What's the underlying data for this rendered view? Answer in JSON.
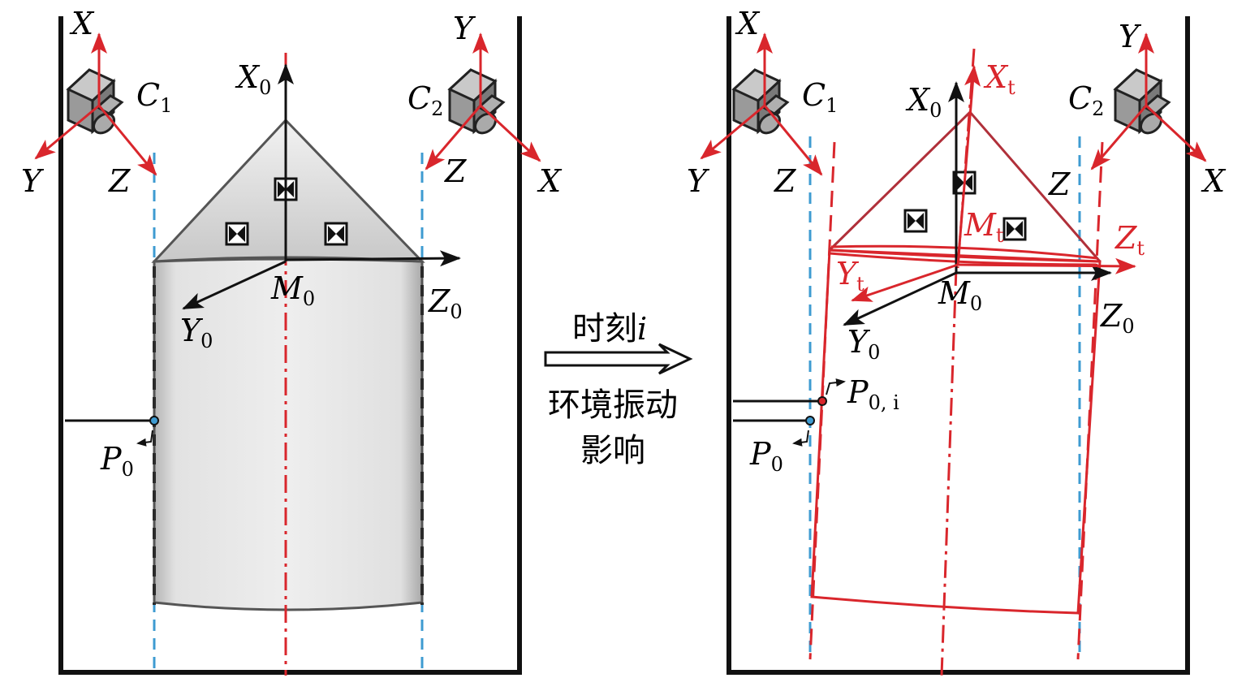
{
  "colors": {
    "red": "#d9262c",
    "blue": "#3e9bd1",
    "black": "#111111",
    "body_fill": "#dcdcdc"
  },
  "left": {
    "cam1": {
      "name": "C",
      "sub": "1",
      "axis_x": "X",
      "axis_y": "Y",
      "axis_z": "Z"
    },
    "cam2": {
      "name": "C",
      "sub": "2",
      "axis_x": "X",
      "axis_y": "Y",
      "axis_z": "Z"
    },
    "origin": {
      "x_axis": "X",
      "x_sub": "0",
      "y_axis": "Y",
      "y_sub": "0",
      "z_axis": "Z",
      "z_sub": "0",
      "m": "M",
      "m_sub": "0"
    },
    "point": {
      "name": "P",
      "sub": "0"
    }
  },
  "middle": {
    "line1": "时刻",
    "line1_var": "i",
    "line2": "环境振动",
    "line3": "影响"
  },
  "right": {
    "cam1": {
      "name": "C",
      "sub": "1",
      "axis_x": "X",
      "axis_y": "Y",
      "axis_z": "Z"
    },
    "cam2": {
      "name": "C",
      "sub": "2",
      "axis_x": "X",
      "axis_y": "Y",
      "axis_z": "Z"
    },
    "origin": {
      "x_axis": "X",
      "x_sub": "0",
      "y_axis": "Y",
      "y_sub": "0",
      "z_axis": "Z",
      "z_sub": "0",
      "m": "M",
      "m_sub": "0"
    },
    "moved": {
      "x_axis": "X",
      "x_sub": "t",
      "y_axis": "Y",
      "y_sub": "t",
      "z_axis": "Z",
      "z_sub": "t",
      "m": "M",
      "m_sub": "t"
    },
    "point0": {
      "name": "P",
      "sub": "0"
    },
    "pointi": {
      "name": "P",
      "sub": "0, i"
    }
  }
}
